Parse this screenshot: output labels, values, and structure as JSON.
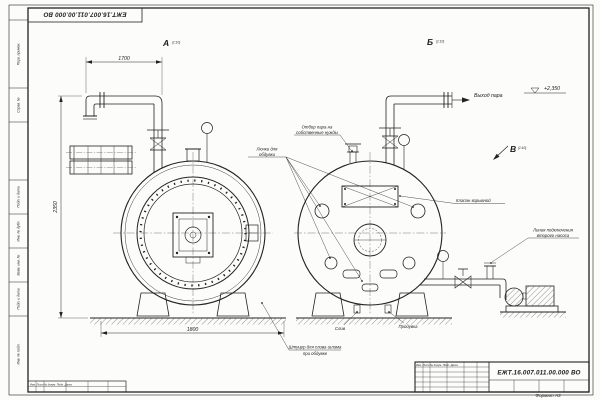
{
  "sheet": {
    "code": "ЕЖТ.16.007.011.00.000  ВО",
    "format_note": "Формат А3"
  },
  "frame": {
    "stamps": [
      "Перв. примен.",
      "Справ. №",
      "Подп. и дата",
      "Инв. № дубл.",
      "Взам. инв. №",
      "Подп. и дата",
      "Инв. № подл."
    ],
    "revision_header": "Изм. Лист  № докум.  Подп.  Дата"
  },
  "views": {
    "a": "А",
    "b": "Б",
    "v": "В",
    "scale_note": "(1:10)"
  },
  "dimensions": {
    "top_run": "1700",
    "base_width": "1800",
    "overall_height": "2350",
    "elevation": "+2,350"
  },
  "labels": {
    "steam_out": "Выход пара",
    "steam_tap_line1": "Отбор пара на",
    "steam_tap_line2": "собственные нужды",
    "hatches_line1": "Лючки для",
    "hatches_line2": "обдувки",
    "explosion_valve": "Клапан взрывной",
    "pump_line1": "Линия подключения",
    "pump_line2": "второго насоса",
    "drain": "Слив",
    "blowdown": "Продувка",
    "sludge_line1": "Штуцер для слива шлама",
    "sludge_line2": "при обдувке"
  }
}
